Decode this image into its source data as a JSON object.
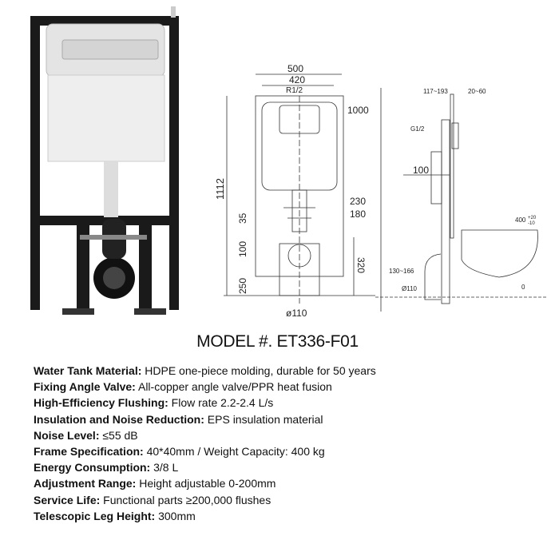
{
  "front_drawing": {
    "width_outer": "500",
    "width_inner": "420",
    "inlet": "R1/2",
    "flush_height": "1000",
    "total_height": "1112",
    "spacing_outer": "230",
    "spacing_inner": "180",
    "offset_35": "35",
    "offset_100": "100",
    "offset_250": "250",
    "drain_height": "320",
    "drain_diameter": "ø110"
  },
  "side_drawing": {
    "depth_range": "117~193",
    "wall_range": "20~60",
    "inlet": "G1/2",
    "tank_depth": "100",
    "seat_height": "400",
    "seat_tol_plus": "+20",
    "seat_tol_minus": "-10",
    "drain_range": "130~166",
    "drain_diameter": "Ø110",
    "floor_level": "0"
  },
  "model_title": "MODEL #. ET336-F01",
  "specs": [
    {
      "label": "Water Tank Material:",
      "value": "HDPE one-piece molding, durable for 50 years"
    },
    {
      "label": "Fixing Angle Valve:",
      "value": "All-copper angle valve/PPR heat fusion"
    },
    {
      "label": "High-Efficiency Flushing:",
      "value": "Flow rate 2.2-2.4 L/s"
    },
    {
      "label": "Insulation and Noise Reduction:",
      "value": "EPS insulation material"
    },
    {
      "label": "Noise Level:",
      "value": "≤55 dB"
    },
    {
      "label": "Frame Specification:",
      "value": "40*40mm / Weight Capacity: 400 kg"
    },
    {
      "label": "Energy Consumption:",
      "value": "3/8 L"
    },
    {
      "label": "Adjustment Range:",
      "value": "Height adjustable 0-200mm"
    },
    {
      "label": "Service Life:",
      "value": "Functional parts ≥200,000 flushes"
    },
    {
      "label": "Telescopic Leg Height:",
      "value": "300mm"
    }
  ]
}
